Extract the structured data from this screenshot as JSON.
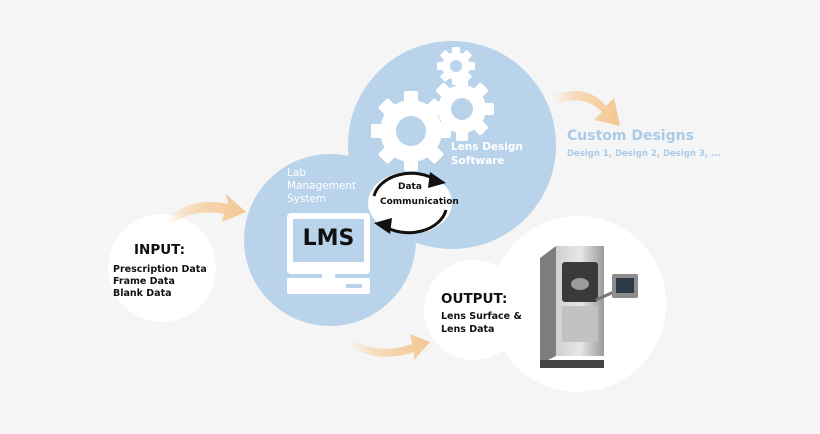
{
  "input": {
    "heading": "INPUT:",
    "lines": [
      "Prescription Data",
      "Frame Data",
      "Blank Data"
    ]
  },
  "lms": {
    "title_lines": [
      "Lab",
      "Management",
      "System"
    ],
    "screen_text": "LMS"
  },
  "communication": {
    "lines": [
      "Data",
      "Communication"
    ]
  },
  "lens_design": {
    "title_lines": [
      "Lens Design",
      "Software"
    ]
  },
  "custom_designs": {
    "title": "Custom Designs",
    "subtitle": "Design 1, Design 2, Design 3, ..."
  },
  "output": {
    "heading": "OUTPUT:",
    "lines": [
      "Lens Surface &",
      "Lens Data"
    ]
  },
  "colors": {
    "background": "#f5f5f5",
    "bubble_blue": "#b8d3ea",
    "arrow_peach": "#f6d3a8",
    "custom_text": "#a9cbe8",
    "white": "#ffffff",
    "black": "#111111"
  },
  "icons": [
    "gear-icon",
    "computer-icon",
    "cycle-arrows-icon",
    "curved-arrow-icon",
    "machine-icon"
  ]
}
